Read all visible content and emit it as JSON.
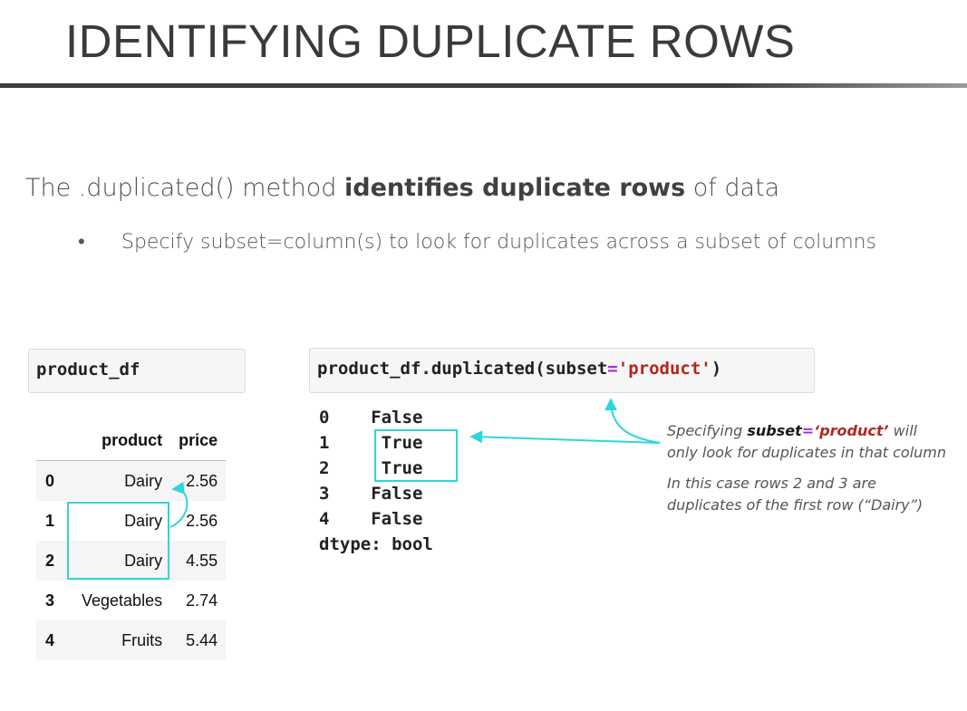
{
  "slide": {
    "title": "IDENTIFYING DUPLICATE ROWS",
    "subtitle_pre": "The .duplicated() method ",
    "subtitle_bold": "identifies duplicate rows",
    "subtitle_post": " of data",
    "bullet": "Specify subset=column(s) to look for duplicates across a subset of columns"
  },
  "code": {
    "left_cell": "product_df",
    "right_cell_pre": "product_df.duplicated(subset",
    "right_cell_op": "=",
    "right_cell_str": "'product'",
    "right_cell_post": ")"
  },
  "table": {
    "columns": [
      "product",
      "price"
    ],
    "rows": [
      {
        "index": "0",
        "product": "Dairy",
        "price": "2.56"
      },
      {
        "index": "1",
        "product": "Dairy",
        "price": "2.56"
      },
      {
        "index": "2",
        "product": "Dairy",
        "price": "4.55"
      },
      {
        "index": "3",
        "product": "Vegetables",
        "price": "2.74"
      },
      {
        "index": "4",
        "product": "Fruits",
        "price": "5.44"
      }
    ]
  },
  "output": {
    "lines": [
      {
        "index": "0",
        "value": "False"
      },
      {
        "index": "1",
        "value": "True"
      },
      {
        "index": "2",
        "value": "True"
      },
      {
        "index": "3",
        "value": "False"
      },
      {
        "index": "4",
        "value": "False"
      }
    ],
    "dtype": "dtype: bool"
  },
  "annotation": {
    "line1_pre": "Specifying ",
    "line1_kw": "subset",
    "line1_op": "=",
    "line1_str": "‘product’",
    "line1_post": " will only look for duplicates in that column",
    "line2": "In this case rows 2 and 3 are duplicates of the first row (“Dairy”)"
  },
  "colors": {
    "highlight": "#2fd6d6",
    "string": "#b3261e",
    "operator": "#a626e6"
  }
}
